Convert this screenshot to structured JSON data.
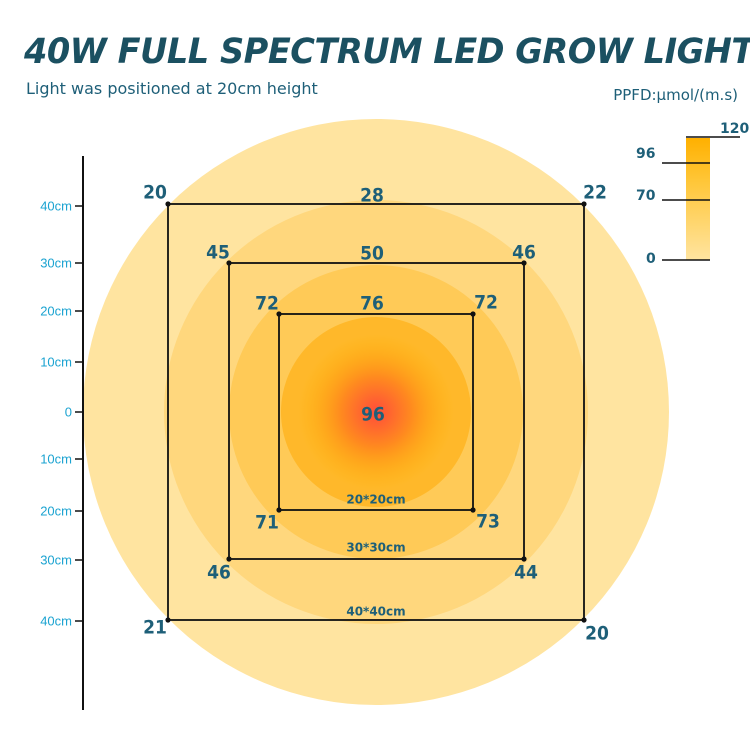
{
  "header": {
    "title": "40W FULL SPECTRUM LED GROW LIGHT",
    "subtitle": "Light was positioned at 20cm height",
    "unit": "PPFD:μmol/(m.s)"
  },
  "axis": {
    "labels": [
      "40cm",
      "30cm",
      "20cm",
      "10cm",
      "0",
      "10cm",
      "20cm",
      "30cm",
      "40cm"
    ]
  },
  "legend": {
    "max_label": "120",
    "ticks": [
      "96",
      "70",
      "0"
    ]
  },
  "center_value": "96",
  "squares": [
    {
      "size_label": "40*40cm",
      "top_mid": "28",
      "corners": {
        "tl": "20",
        "tr": "22",
        "bl": "21",
        "br": "20"
      }
    },
    {
      "size_label": "30*30cm",
      "top_mid": "50",
      "corners": {
        "tl": "45",
        "tr": "46",
        "bl": "46",
        "br": "44"
      }
    },
    {
      "size_label": "20*20cm",
      "top_mid": "76",
      "corners": {
        "tl": "72",
        "tr": "72",
        "bl": "71",
        "br": "73"
      }
    }
  ],
  "colors": {
    "title": "#1b5061",
    "text": "#1e5f78",
    "axis_label": "#1ba3d1",
    "ring_outer": "#ffe4a0",
    "ring_2": "#ffd77d",
    "ring_3": "#ffca57",
    "ring_4": "#ffbc2a",
    "core": "#ffb300",
    "hotspot": "#ff4d3a"
  }
}
